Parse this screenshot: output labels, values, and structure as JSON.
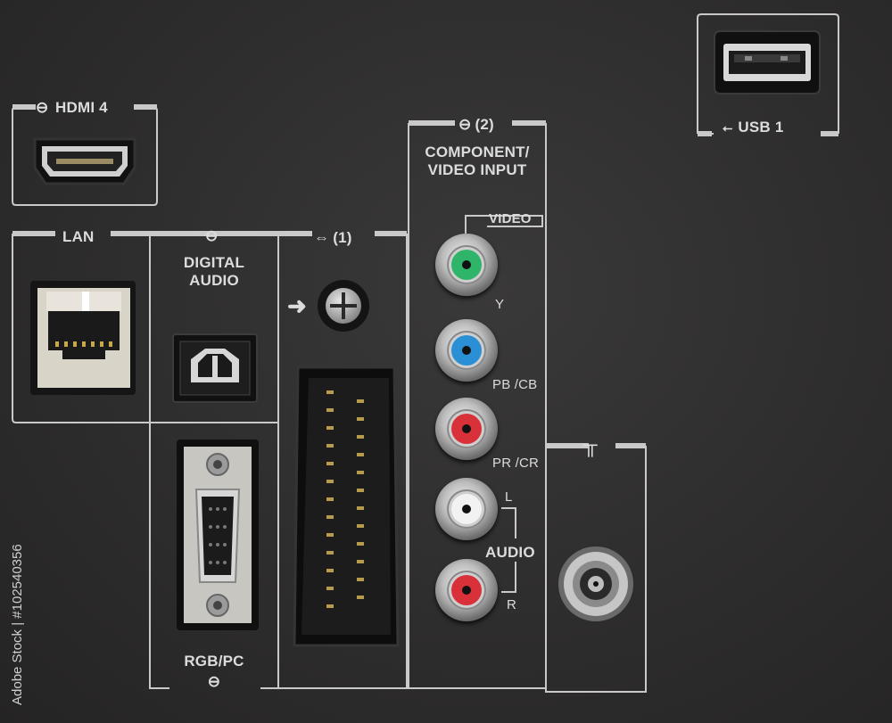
{
  "labels": {
    "hdmi": "HDMI 4",
    "usb": "USB 1",
    "lan": "LAN",
    "digital_audio_1": "DIGITAL",
    "digital_audio_2": "AUDIO",
    "scart": "(1)",
    "component_num": "(2)",
    "component_1": "COMPONENT/",
    "component_2": "VIDEO INPUT",
    "video": "VIDEO",
    "y": "Y",
    "pb": "PB /CB",
    "pr": "PR /CR",
    "l": "L",
    "audio": "AUDIO",
    "r": "R",
    "rgb": "RGB/PC"
  },
  "watermark": "Adobe Stock | #102540356",
  "colors": {
    "panel": "#2e2d2d",
    "line": "#c9c9c9",
    "rca_green": "#2fb56a",
    "rca_blue": "#2b8fd6",
    "rca_red": "#d9313a",
    "rca_white": "#f2f2f2"
  },
  "icons": [
    "input-arrow-icon",
    "output-arrow-icon",
    "usb-icon",
    "antenna-icon",
    "arrow-right-icon"
  ]
}
